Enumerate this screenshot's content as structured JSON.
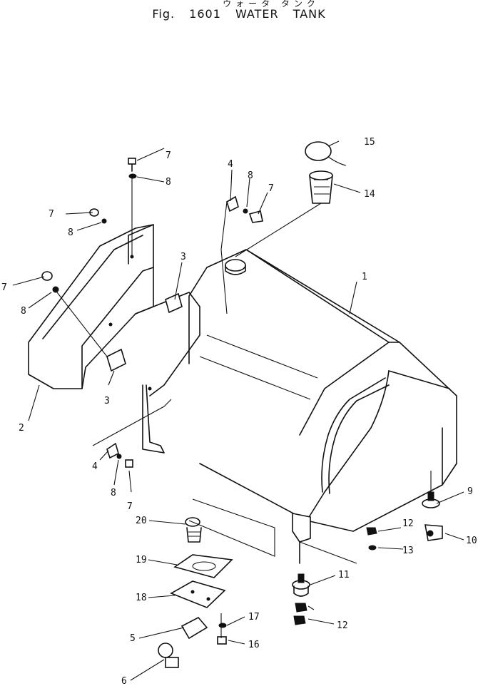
{
  "header": {
    "subtitle_jp": "ウォータ タンク",
    "title": "Fig. 1601   WATER TANK"
  },
  "callouts": [
    "1",
    "2",
    "3",
    "3",
    "4",
    "4",
    "5",
    "6",
    "7",
    "7",
    "7",
    "7",
    "7",
    "8",
    "8",
    "8",
    "8",
    "8",
    "9",
    "10",
    "11",
    "12",
    "12",
    "13",
    "14",
    "15",
    "16",
    "17",
    "18",
    "19",
    "20"
  ]
}
